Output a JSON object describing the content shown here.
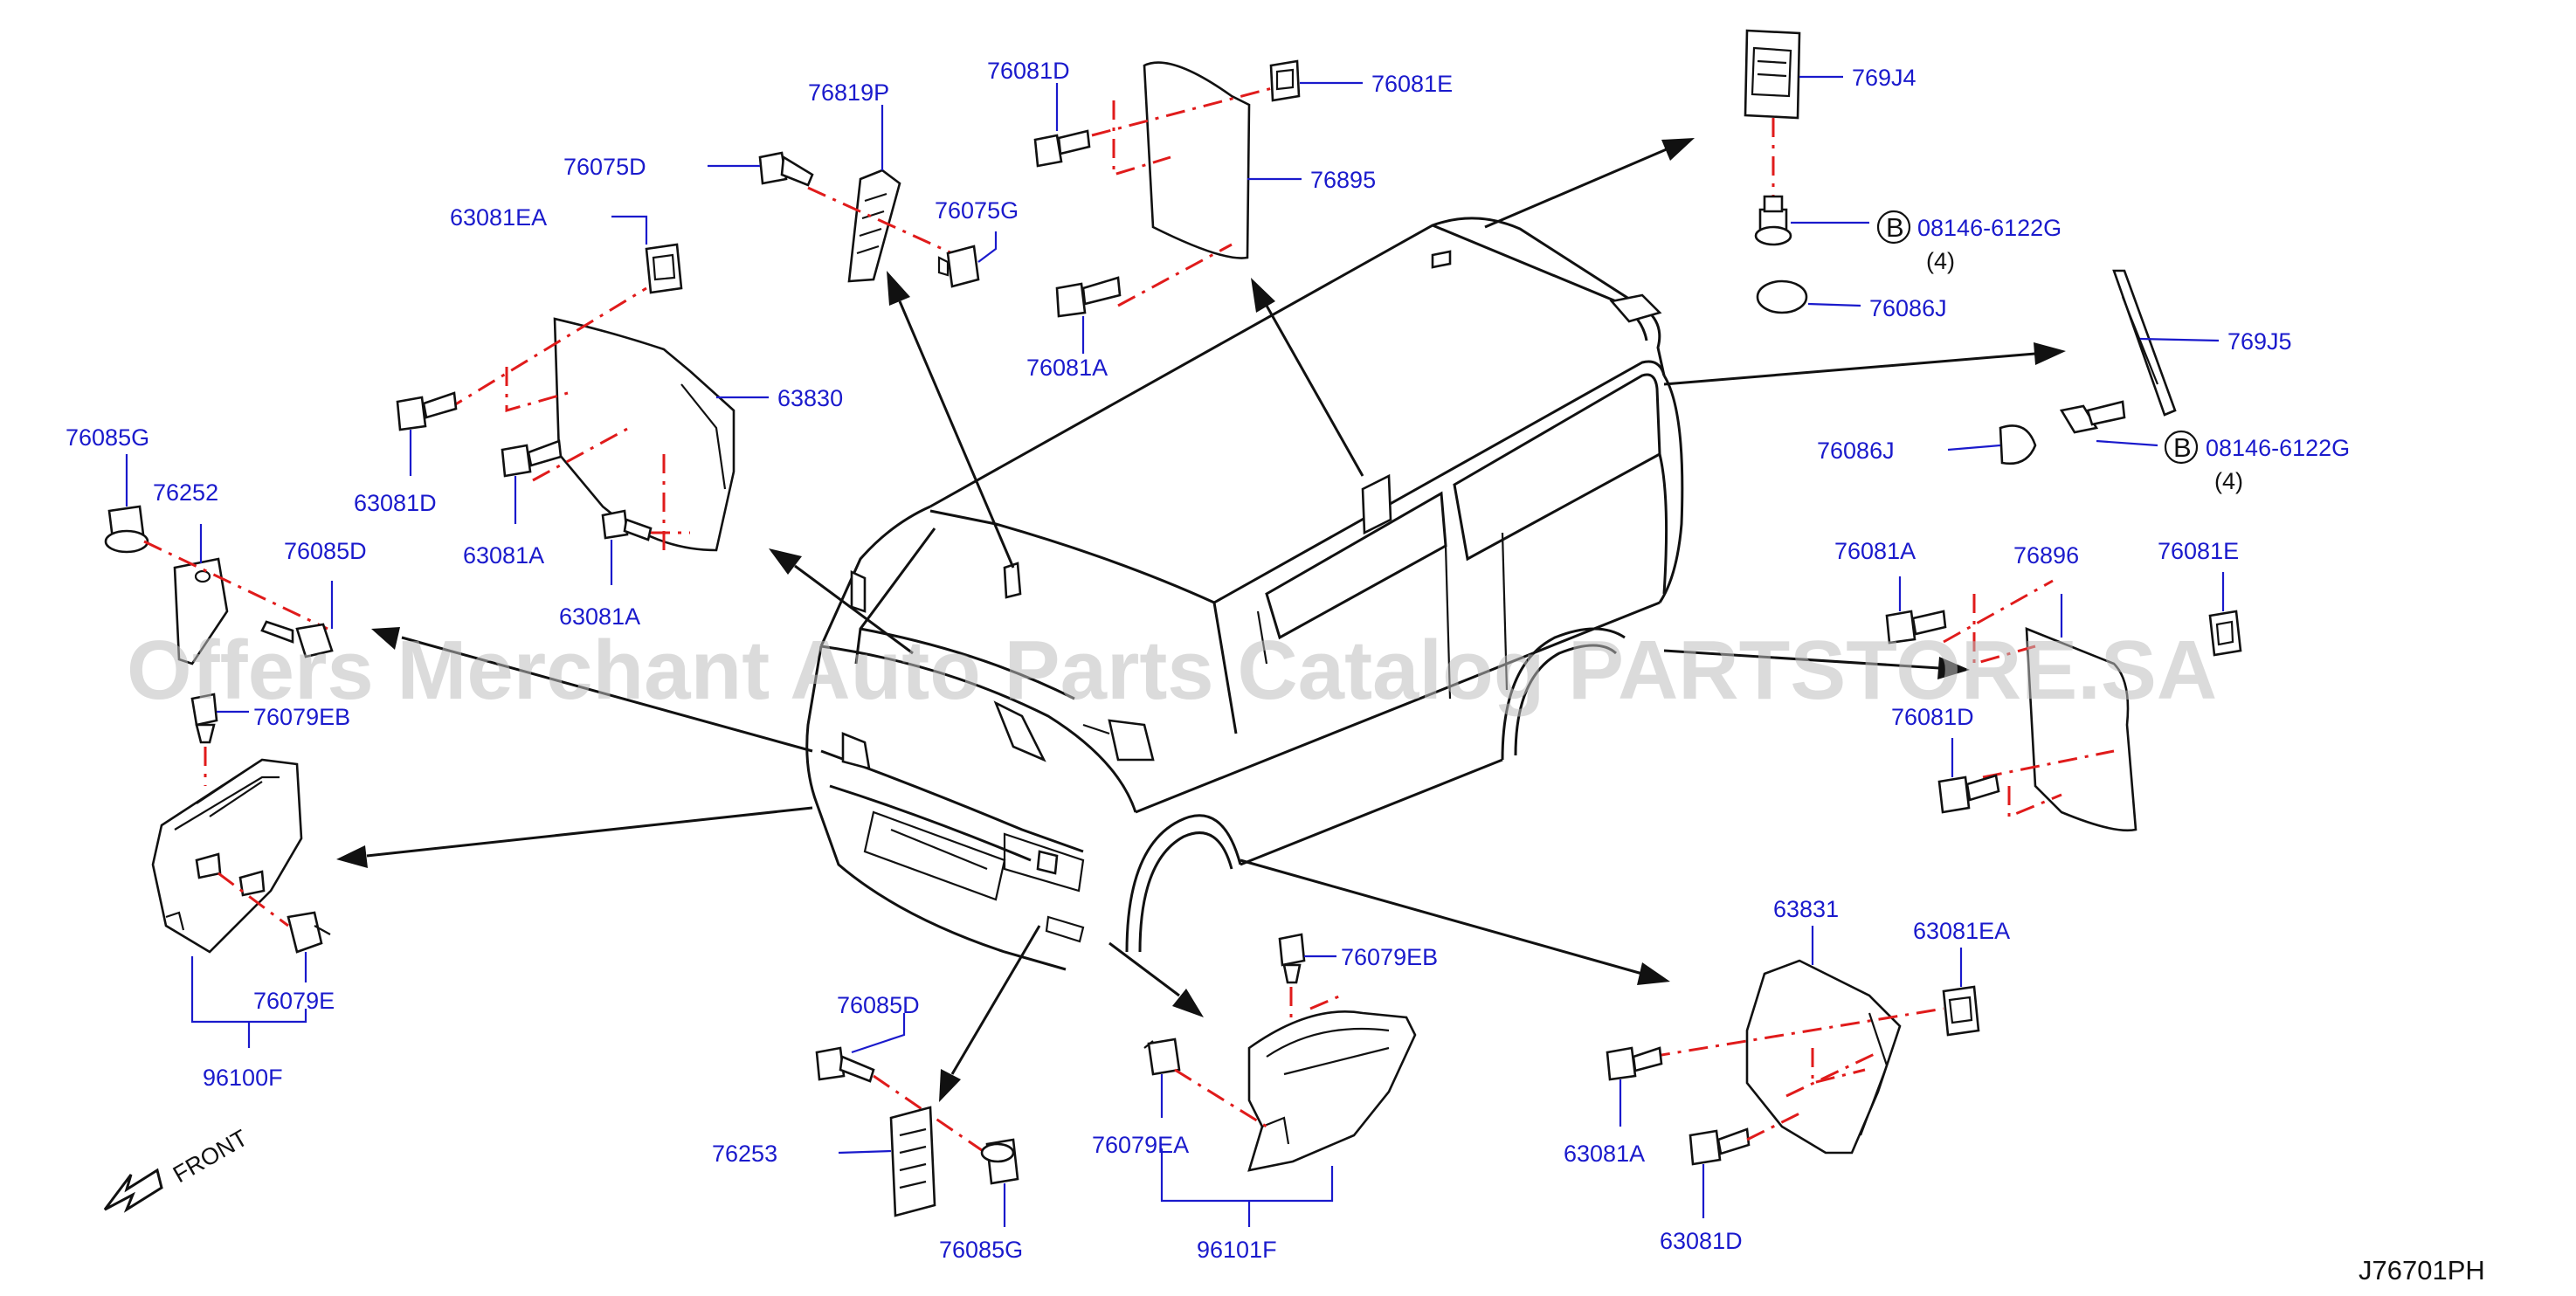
{
  "diagram": {
    "watermark": "Offers Merchant Auto Parts Catalog PARTSTORE.SA",
    "reference": "J76701PH",
    "front_label": "FRONT",
    "labels": {
      "p76819P": "76819P",
      "p76081D_top": "76081D",
      "p76081E_top": "76081E",
      "p769J4": "769J4",
      "p76075D": "76075D",
      "p76075G": "76075G",
      "p76895": "76895",
      "p63081EA_l": "63081EA",
      "p08146_1": "08146-6122G",
      "q4_1": "(4)",
      "p76086J_1": "76086J",
      "p63830": "63830",
      "p76081A_top": "76081A",
      "p769J5": "769J5",
      "p76085G_l": "76085G",
      "p63081D_l": "63081D",
      "p76086J_2": "76086J",
      "p08146_2": "08146-6122G",
      "q4_2": "(4)",
      "p76252": "76252",
      "p63081A_l": "63081A",
      "p76085D_l": "76085D",
      "p76081A_r": "76081A",
      "p76896": "76896",
      "p76081E_r": "76081E",
      "p63081A_l2": "63081A",
      "p76079EB_l": "76079EB",
      "p76081D_r": "76081D",
      "p76079E": "76079E",
      "p96100F": "96100F",
      "p76085D_b": "76085D",
      "p76079EB_b": "76079EB",
      "p63831": "63831",
      "p63081EA_r": "63081EA",
      "p76253": "76253",
      "p76079EA": "76079EA",
      "p63081A_r": "63081A",
      "p76085G_b": "76085G",
      "p96101F": "96101F",
      "p63081D_r": "63081D",
      "b1": "B",
      "b2": "B"
    }
  }
}
